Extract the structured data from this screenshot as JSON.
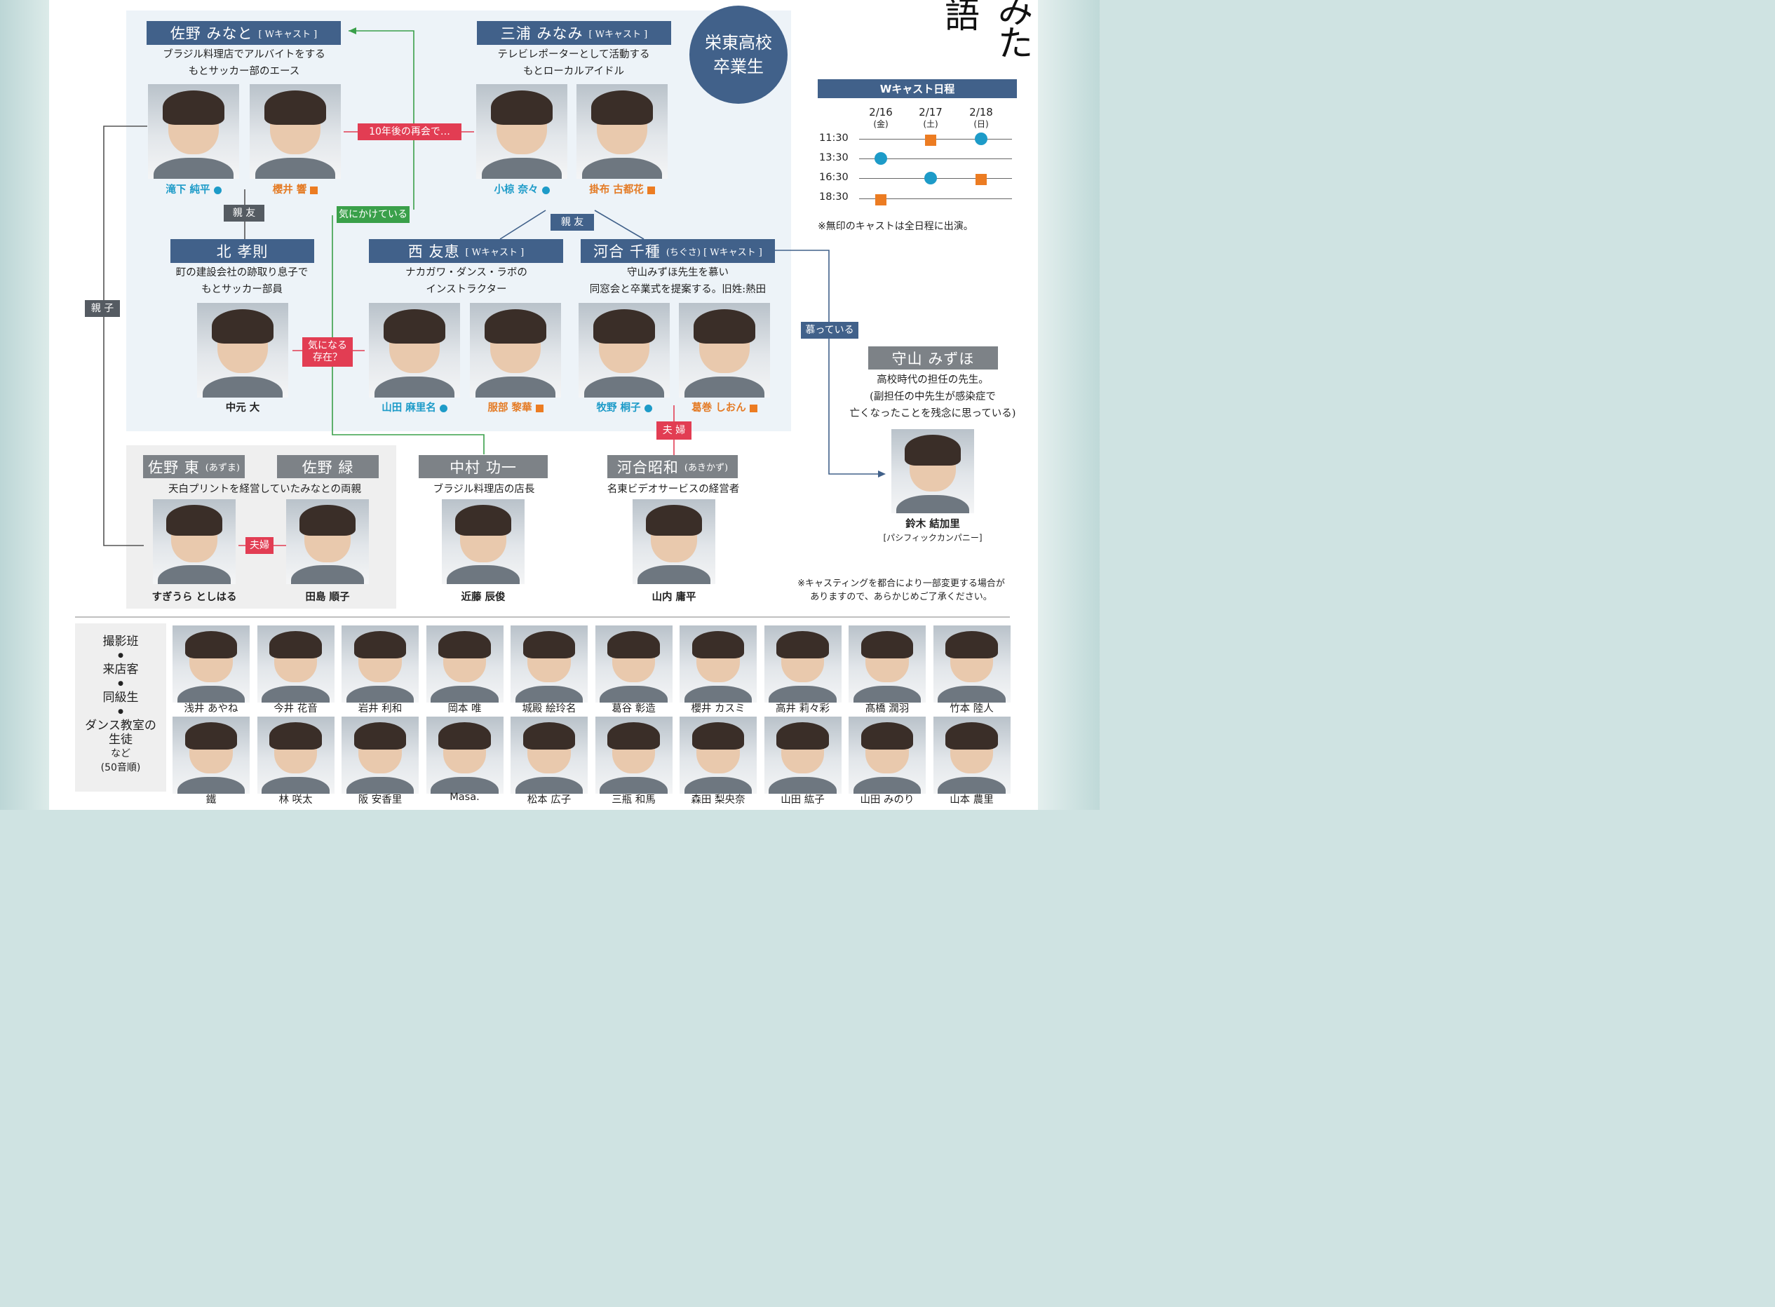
{
  "title_chars": [
    "語",
    "み",
    "た"
  ],
  "badge": [
    "栄東高校",
    "卒業生"
  ],
  "schedule": {
    "title": "Wキャスト日程",
    "dates": [
      {
        "date": "2/16",
        "day": "(金)"
      },
      {
        "date": "2/17",
        "day": "(土)"
      },
      {
        "date": "2/18",
        "day": "(日)"
      }
    ],
    "times": [
      "11:30",
      "13:30",
      "16:30",
      "18:30"
    ],
    "marks": [
      {
        "time": 0,
        "date": 1,
        "type": "square"
      },
      {
        "time": 0,
        "date": 2,
        "type": "dot"
      },
      {
        "time": 1,
        "date": 0,
        "type": "dot"
      },
      {
        "time": 2,
        "date": 1,
        "type": "dot"
      },
      {
        "time": 2,
        "date": 2,
        "type": "square"
      },
      {
        "time": 3,
        "date": 0,
        "type": "square"
      }
    ],
    "note": "※無印のキャストは全日程に出演。"
  },
  "roles": {
    "minato": {
      "name": "佐野 みなと",
      "sub": "[ Wキャスト ]",
      "desc": [
        "ブラジル料理店でアルバイトをする",
        "もとサッカー部のエース"
      ]
    },
    "minami": {
      "name": "三浦 みなみ",
      "sub": "[ Wキャスト ]",
      "desc": [
        "テレビレポーターとして活動する",
        "もとローカルアイドル"
      ]
    },
    "takanori": {
      "name": "北 孝則",
      "desc": [
        "町の建設会社の跡取り息子で",
        "もとサッカー部員"
      ]
    },
    "tomoe": {
      "name": "西 友恵",
      "sub": "[ Wキャスト ]",
      "desc": [
        "ナカガワ・ダンス・ラボの",
        "インストラクター"
      ]
    },
    "chigusa": {
      "name": "河合 千種",
      "sub": "(ちぐさ) [ Wキャスト ]",
      "desc": [
        "守山みずほ先生を慕い",
        "同窓会と卒業式を提案する。旧姓:熱田"
      ]
    },
    "mizuho": {
      "name": "守山 みずほ",
      "desc": [
        "高校時代の担任の先生。",
        "(副担任の中先生が感染症で",
        "亡くなったことを残念に思っている)"
      ]
    },
    "azuma": {
      "name": "佐野 東",
      "sub": "(あずま)"
    },
    "midori": {
      "name": "佐野 緑"
    },
    "parents_desc": "天白プリントを経営していたみなとの両親",
    "koichi": {
      "name": "中村 功一",
      "desc": "ブラジル料理店の店長"
    },
    "akikazu": {
      "name": "河合昭和",
      "sub": "(あきかず)",
      "desc": "名東ビデオサービスの経営者"
    }
  },
  "actors": {
    "takishita": "滝下 純平",
    "sakurai": "櫻井 響",
    "ogura": "小椋 奈々",
    "kakefu": "掛布 古都花",
    "nakamoto": "中元 大",
    "yamada": "山田 麻里名",
    "hattori": "服部 黎華",
    "makino": "牧野 桐子",
    "kuzumaki": "葛巻 しおん",
    "suzuki": "鈴木 結加里",
    "suzuki_aff": "[パシフィックカンパニー]",
    "sugiura": "すぎうら としはる",
    "tajima": "田島 順子",
    "kondo": "近藤 辰俊",
    "yamauchi": "山内 庸平"
  },
  "relations": {
    "reunion": "10年後の再会で…",
    "shinyu": "親 友",
    "kinikake": "気にかけている",
    "kininaru": [
      "気になる",
      "存在？"
    ],
    "oyako": "親 子",
    "fufu": "夫 婦",
    "fufu2": "夫婦",
    "shitatte": "慕っている"
  },
  "casting_note": [
    "※キャスティングを都合により一部変更する場合が",
    "ありますので、あらかじめご了承ください。"
  ],
  "ensemble": {
    "label": [
      "撮影班",
      "来店客",
      "同級生",
      "ダンス教室の",
      "生徒"
    ],
    "bullet": "●",
    "suffix": "など",
    "order": "(50音順)",
    "row1": [
      "浅井 あやね",
      "今井 花音",
      "岩井 利和",
      "岡本 唯",
      "城殿 絵玲名",
      "葛谷 彰造",
      "櫻井 カスミ",
      "高井 莉々彩",
      "髙橋 潤羽",
      "竹本 陸人"
    ],
    "row2": [
      "鐵",
      "林 咲太",
      "阪 安香里",
      "Masa.",
      "松本 広子",
      "三瓶 和馬",
      "森田 梨央奈",
      "山田 紘子",
      "山田 みのり",
      "山本 農里"
    ]
  },
  "colors": {
    "navy": "#41618a",
    "red": "#e23d53",
    "green": "#3aa04a",
    "blue": "#1d9bc8",
    "orange": "#ec7c22",
    "gray": "#7d8287"
  }
}
